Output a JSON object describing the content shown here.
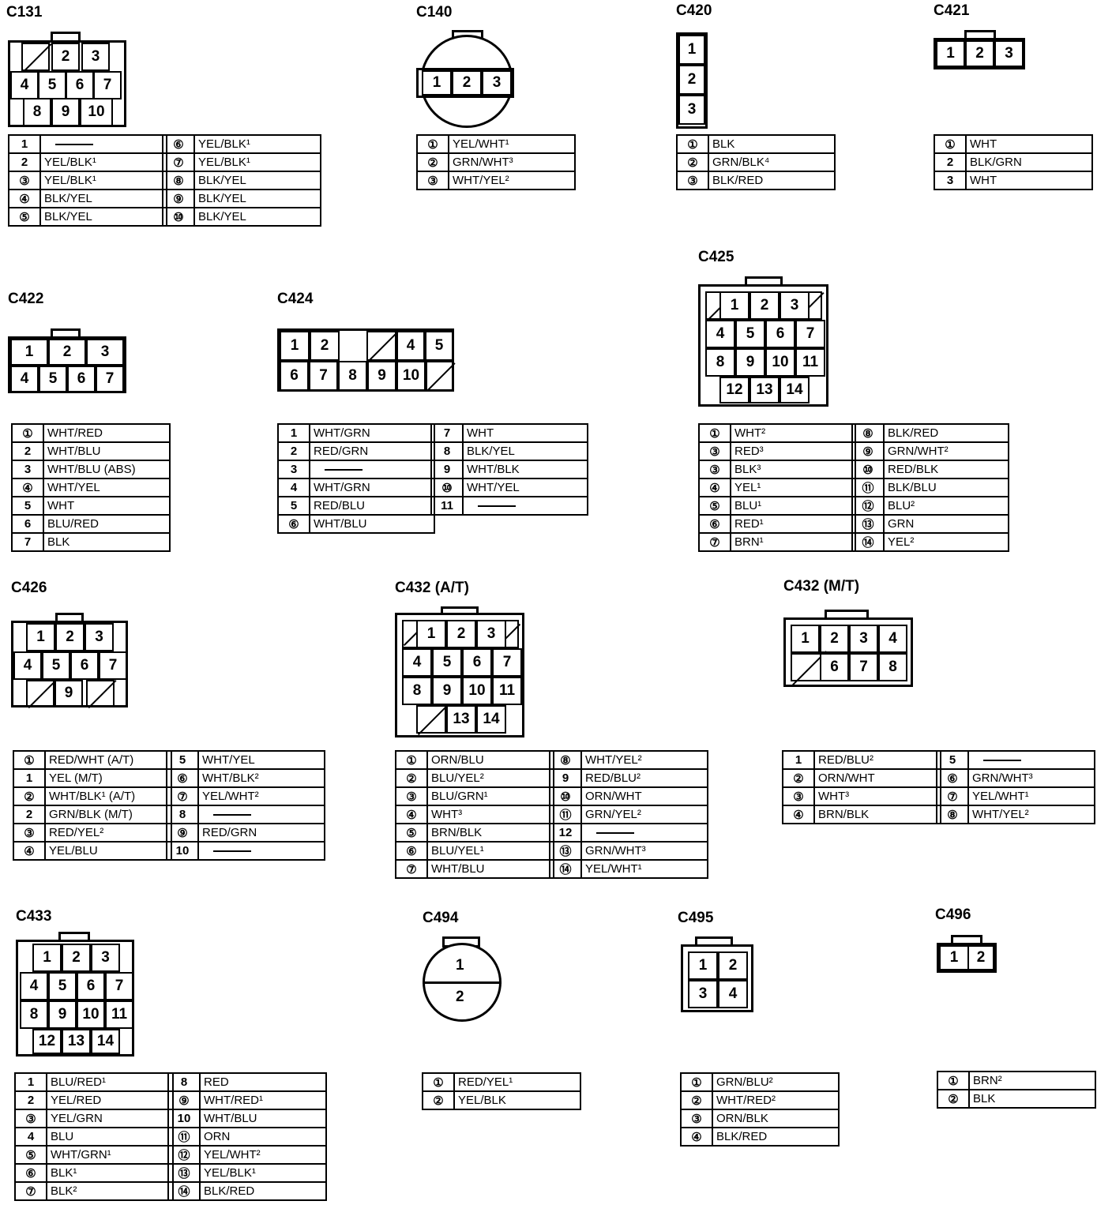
{
  "connectors": {
    "C131": {
      "title": "C131",
      "pins": [
        [
          "—",
          "2",
          "3"
        ],
        [
          "4",
          "5",
          "6",
          "7"
        ],
        [
          "8",
          "9",
          "10"
        ]
      ],
      "table": [
        [
          "1",
          ""
        ],
        [
          "2",
          "YEL/BLK¹"
        ],
        [
          "③",
          "YEL/BLK¹"
        ],
        [
          "④",
          "BLK/YEL"
        ],
        [
          "⑤",
          "BLK/YEL"
        ]
      ],
      "table2": [
        [
          "⑥",
          "YEL/BLK¹"
        ],
        [
          "⑦",
          "YEL/BLK¹"
        ],
        [
          "⑧",
          "BLK/YEL"
        ],
        [
          "⑨",
          "BLK/YEL"
        ],
        [
          "⑩",
          "BLK/YEL"
        ]
      ]
    },
    "C140": {
      "title": "C140",
      "pins": [
        "1",
        "2",
        "3"
      ],
      "table": [
        [
          "①",
          "YEL/WHT¹"
        ],
        [
          "②",
          "GRN/WHT³"
        ],
        [
          "③",
          "WHT/YEL²"
        ]
      ]
    },
    "C420": {
      "title": "C420",
      "pins": [
        "1",
        "2",
        "3"
      ],
      "table": [
        [
          "①",
          "BLK"
        ],
        [
          "②",
          "GRN/BLK⁴"
        ],
        [
          "③",
          "BLK/RED"
        ]
      ]
    },
    "C421": {
      "title": "C421",
      "pins": [
        "1",
        "2",
        "3"
      ],
      "table": [
        [
          "①",
          "WHT"
        ],
        [
          "2",
          "BLK/GRN"
        ],
        [
          "3",
          "WHT"
        ]
      ]
    },
    "C422": {
      "title": "C422",
      "pins": [
        "1",
        "2",
        "3",
        "4",
        "5",
        "6",
        "7"
      ],
      "table": [
        [
          "①",
          "WHT/RED"
        ],
        [
          "2",
          "WHT/BLU"
        ],
        [
          "3",
          "WHT/BLU (ABS)"
        ],
        [
          "④",
          "WHT/YEL"
        ],
        [
          "5",
          "WHT"
        ],
        [
          "6",
          "BLU/RED"
        ],
        [
          "7",
          "BLK"
        ]
      ]
    },
    "C424": {
      "title": "C424",
      "pins": [
        "1",
        "2",
        "4",
        "5",
        "6",
        "7",
        "8",
        "9",
        "10"
      ],
      "table": [
        [
          "1",
          "WHT/GRN"
        ],
        [
          "2",
          "RED/GRN"
        ],
        [
          "3",
          ""
        ],
        [
          "4",
          "WHT/GRN"
        ],
        [
          "5",
          "RED/BLU"
        ],
        [
          "⑥",
          "WHT/BLU"
        ]
      ],
      "table2": [
        [
          "7",
          "WHT"
        ],
        [
          "8",
          "BLK/YEL"
        ],
        [
          "9",
          "WHT/BLK"
        ],
        [
          "⑩",
          "WHT/YEL"
        ],
        [
          "11",
          ""
        ]
      ]
    },
    "C425": {
      "title": "C425",
      "pins": [
        "1",
        "2",
        "3",
        "4",
        "5",
        "6",
        "7",
        "8",
        "9",
        "10",
        "11",
        "12",
        "13",
        "14"
      ],
      "table": [
        [
          "①",
          "WHT²"
        ],
        [
          "③",
          "RED³"
        ],
        [
          "③",
          "BLK³"
        ],
        [
          "④",
          "YEL¹"
        ],
        [
          "⑤",
          "BLU¹"
        ],
        [
          "⑥",
          "RED¹"
        ],
        [
          "⑦",
          "BRN¹"
        ]
      ],
      "table2": [
        [
          "⑧",
          "BLK/RED"
        ],
        [
          "⑨",
          "GRN/WHT²"
        ],
        [
          "⑩",
          "RED/BLK"
        ],
        [
          "⑪",
          "BLK/BLU"
        ],
        [
          "⑫",
          "BLU²"
        ],
        [
          "⑬",
          "GRN"
        ],
        [
          "⑭",
          "YEL²"
        ]
      ]
    },
    "C426": {
      "title": "C426",
      "pins": [
        "1",
        "2",
        "3",
        "4",
        "5",
        "6",
        "7",
        "9"
      ],
      "table": [
        [
          "①",
          "RED/WHT (A/T)"
        ],
        [
          "1",
          "YEL (M/T)"
        ],
        [
          "②",
          "WHT/BLK¹ (A/T)"
        ],
        [
          "2",
          "GRN/BLK (M/T)"
        ],
        [
          "③",
          "RED/YEL²"
        ],
        [
          "④",
          "YEL/BLU"
        ]
      ],
      "table2": [
        [
          "5",
          "WHT/YEL"
        ],
        [
          "⑥",
          "WHT/BLK²"
        ],
        [
          "⑦",
          "YEL/WHT²"
        ],
        [
          "8",
          ""
        ],
        [
          "⑨",
          "RED/GRN"
        ],
        [
          "10",
          ""
        ]
      ]
    },
    "C432AT": {
      "title": "C432 (A/T)",
      "pins": [
        "1",
        "2",
        "3",
        "4",
        "5",
        "6",
        "7",
        "8",
        "9",
        "10",
        "11",
        "13",
        "14"
      ],
      "table": [
        [
          "①",
          "ORN/BLU"
        ],
        [
          "②",
          "BLU/YEL²"
        ],
        [
          "③",
          "BLU/GRN¹"
        ],
        [
          "④",
          "WHT³"
        ],
        [
          "⑤",
          "BRN/BLK"
        ],
        [
          "⑥",
          "BLU/YEL¹"
        ],
        [
          "⑦",
          "WHT/BLU"
        ]
      ],
      "table2": [
        [
          "⑧",
          "WHT/YEL²"
        ],
        [
          "9",
          "RED/BLU²"
        ],
        [
          "⑩",
          "ORN/WHT"
        ],
        [
          "⑪",
          "GRN/YEL²"
        ],
        [
          "12",
          ""
        ],
        [
          "⑬",
          "GRN/WHT³"
        ],
        [
          "⑭",
          "YEL/WHT¹"
        ]
      ]
    },
    "C432MT": {
      "title": "C432 (M/T)",
      "pins": [
        "1",
        "2",
        "3",
        "4",
        "6",
        "7",
        "8"
      ],
      "table": [
        [
          "1",
          "RED/BLU²"
        ],
        [
          "②",
          "ORN/WHT"
        ],
        [
          "③",
          "WHT³"
        ],
        [
          "④",
          "BRN/BLK"
        ]
      ],
      "table2": [
        [
          "5",
          ""
        ],
        [
          "⑥",
          "GRN/WHT³"
        ],
        [
          "⑦",
          "YEL/WHT¹"
        ],
        [
          "⑧",
          "WHT/YEL²"
        ]
      ]
    },
    "C433": {
      "title": "C433",
      "pins": [
        "1",
        "2",
        "3",
        "4",
        "5",
        "6",
        "7",
        "8",
        "9",
        "10",
        "11",
        "12",
        "13",
        "14"
      ],
      "table": [
        [
          "1",
          "BLU/RED¹"
        ],
        [
          "2",
          "YEL/RED"
        ],
        [
          "③",
          "YEL/GRN"
        ],
        [
          "4",
          "BLU"
        ],
        [
          "⑤",
          "WHT/GRN¹"
        ],
        [
          "⑥",
          "BLK¹"
        ],
        [
          "⑦",
          "BLK²"
        ]
      ],
      "table2": [
        [
          "8",
          "RED"
        ],
        [
          "⑨",
          "WHT/RED¹"
        ],
        [
          "10",
          "WHT/BLU"
        ],
        [
          "⑪",
          "ORN"
        ],
        [
          "⑫",
          "YEL/WHT²"
        ],
        [
          "⑬",
          "YEL/BLK¹"
        ],
        [
          "⑭",
          "BLK/RED"
        ]
      ]
    },
    "C494": {
      "title": "C494",
      "pins": [
        "1",
        "2"
      ],
      "table": [
        [
          "①",
          "RED/YEL¹"
        ],
        [
          "②",
          "YEL/BLK"
        ]
      ]
    },
    "C495": {
      "title": "C495",
      "pins": [
        "1",
        "2",
        "3",
        "4"
      ],
      "table": [
        [
          "①",
          "GRN/BLU²"
        ],
        [
          "②",
          "WHT/RED²"
        ],
        [
          "③",
          "ORN/BLK"
        ],
        [
          "④",
          "BLK/RED"
        ]
      ]
    },
    "C496": {
      "title": "C496",
      "pins": [
        "1",
        "2"
      ],
      "table": [
        [
          "①",
          "BRN²"
        ],
        [
          "②",
          "BLK"
        ]
      ]
    }
  }
}
